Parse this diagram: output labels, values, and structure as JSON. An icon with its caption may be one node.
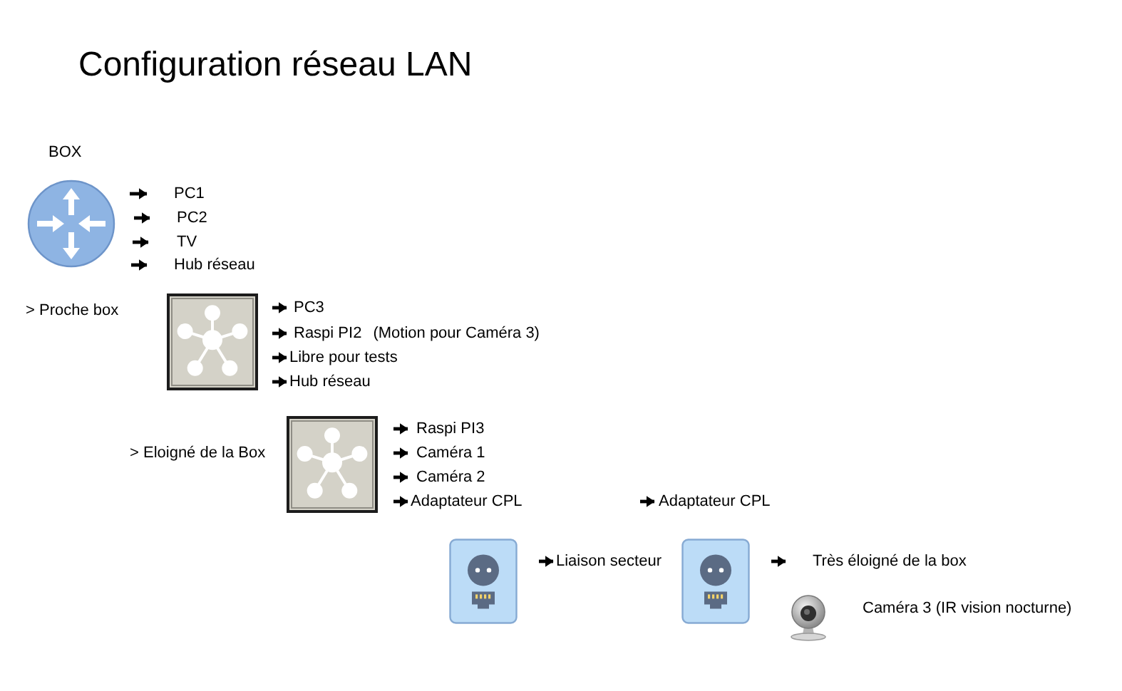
{
  "diagram": {
    "title": "Configuration réseau LAN",
    "nodes": [
      {
        "text": [
          "BOX"
        ]
      },
      {
        "text": [
          "PC1"
        ]
      },
      {
        "text": [
          "PC2"
        ]
      },
      {
        "text": [
          "TV"
        ]
      },
      {
        "text": [
          "Hub réseau"
        ]
      },
      {
        "text": [],
        "shape": "picture",
        "beside": [
          "> Proche box"
        ]
      },
      {
        "text": [
          "PC3"
        ]
      },
      {
        "text": [
          "Raspi PI2",
          "(Motion pour Caméra 3)"
        ]
      },
      {
        "text": [
          "Libre pour tests"
        ]
      },
      {
        "text": [
          "Hub réseau"
        ]
      },
      {
        "text": [],
        "shape": "picture",
        "beside": [
          "> Eloigné de la Box"
        ]
      },
      {
        "text": [
          "Raspi PI3"
        ]
      },
      {
        "text": [
          "Caméra 1"
        ]
      },
      {
        "text": [
          "Caméra 2"
        ]
      },
      {
        "text": [
          "Adaptateur CPL"
        ]
      },
      {
        "text": [
          "Adaptateur CPL"
        ]
      },
      {
        "text": [],
        "shape": "picture"
      },
      {
        "text": [
          "Liaison secteur"
        ]
      },
      {
        "text": [],
        "shape": "picture"
      },
      {
        "text": [
          "Très éloigné de la box"
        ]
      },
      {
        "text": [],
        "shape": "picture",
        "beside": [
          "Caméra 3 (IR vision nocturne)"
        ]
      }
    ],
    "edges": [
      {
        "from": null,
        "to": 1,
        "arrow": "to"
      },
      {
        "from": null,
        "to": 2,
        "arrow": "to"
      },
      {
        "from": null,
        "to": 3,
        "arrow": "to"
      },
      {
        "from": null,
        "to": 4,
        "arrow": "to"
      },
      {
        "from": null,
        "to": 6,
        "arrow": "to"
      },
      {
        "from": null,
        "to": 7,
        "arrow": "to"
      },
      {
        "from": null,
        "to": 8,
        "arrow": "to"
      },
      {
        "from": null,
        "to": 9,
        "arrow": "to"
      },
      {
        "from": null,
        "to": 11,
        "arrow": "to"
      },
      {
        "from": null,
        "to": 12,
        "arrow": "to"
      },
      {
        "from": null,
        "to": 13,
        "arrow": "to"
      },
      {
        "from": null,
        "to": 14,
        "arrow": "to"
      },
      {
        "from": null,
        "to": 15,
        "arrow": "to"
      },
      {
        "from": null,
        "to": 17,
        "arrow": "to"
      },
      {
        "from": null,
        "to": 19,
        "arrow": "to"
      }
    ]
  }
}
